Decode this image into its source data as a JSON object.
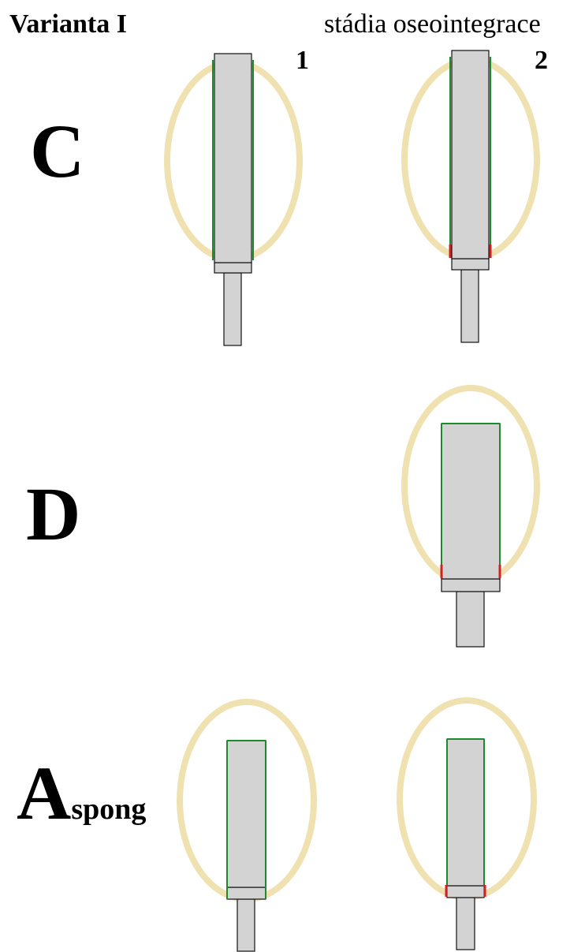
{
  "header": {
    "variant_title": "Varianta I",
    "stages_title": "stádia oseointegrace",
    "stage_numbers": [
      "1",
      "2"
    ]
  },
  "rows": [
    {
      "label": "C",
      "label_sub": ""
    },
    {
      "label": "D",
      "label_sub": ""
    },
    {
      "label": "A",
      "label_sub": "spong"
    }
  ],
  "colors": {
    "bone": "#efe1b0",
    "implant_fill": "#d3d3d3",
    "implant_outline": "#111111",
    "osseointegrated": "#1e8a2e",
    "resorption": "#cc2222"
  }
}
